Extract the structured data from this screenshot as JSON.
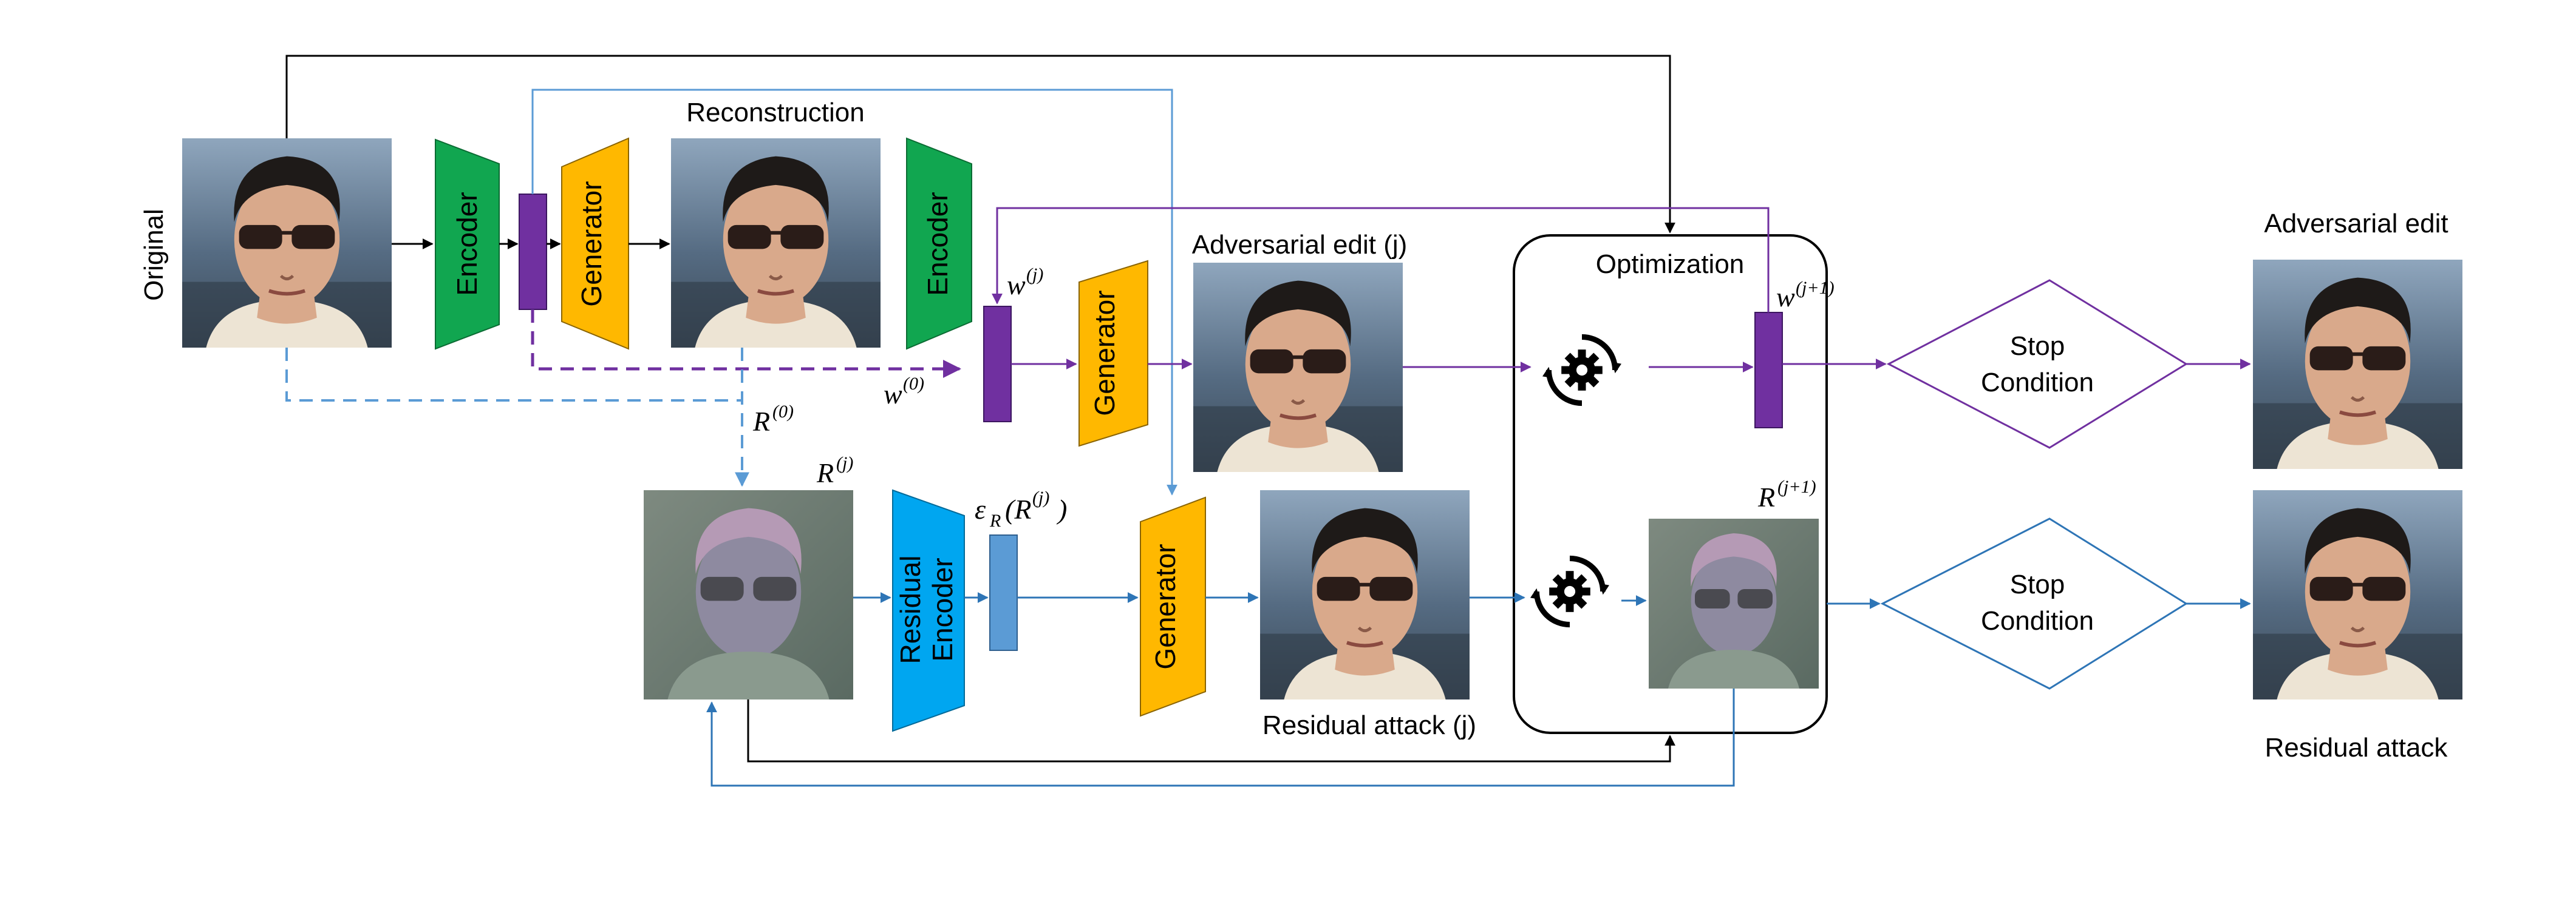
{
  "labels": {
    "original": "Original",
    "reconstruction": "Reconstruction",
    "adversarial_edit_j": "Adversarial edit (j)",
    "optimization": "Optimization",
    "adversarial_edit": "Adversarial edit",
    "residual_attack_j": "Residual attack (j)",
    "residual_attack": "Residual attack"
  },
  "blocks": {
    "encoder": "Encoder",
    "generator": "Generator",
    "residual": "Residual",
    "residual_encoder_line2": "Encoder",
    "stop_line1": "Stop",
    "stop_line2": "Condition"
  },
  "math": {
    "w0_base": "w",
    "w0_sup": "(0)",
    "wj_base": "w",
    "wj_sup": "(j)",
    "wj1_base": "w",
    "wj1_sup": "(j+1)",
    "r0_base": "R",
    "r0_sup": "(0)",
    "rj_base": "R",
    "rj_sup": "(j)",
    "rj1_base": "R",
    "rj1_sup": "(j+1)",
    "er_base": "ε",
    "er_sub": "R",
    "er_arg": "(R",
    "er_arg_sup": "(j)",
    "er_close": ")"
  },
  "colors": {
    "encoder": "#11a650",
    "generator": "#ffb800",
    "latent": "#7030a0",
    "residual_encoder": "#00a6f0",
    "residual_latent": "#5b9bd5",
    "purple_line": "#7030a0",
    "blue_line": "#2e75b6",
    "light_blue_line": "#5b9bd5"
  },
  "icons": {
    "face_photo": "face-photo",
    "residual_photo": "residual-photo",
    "optimizer": "gear-cycle-icon"
  }
}
